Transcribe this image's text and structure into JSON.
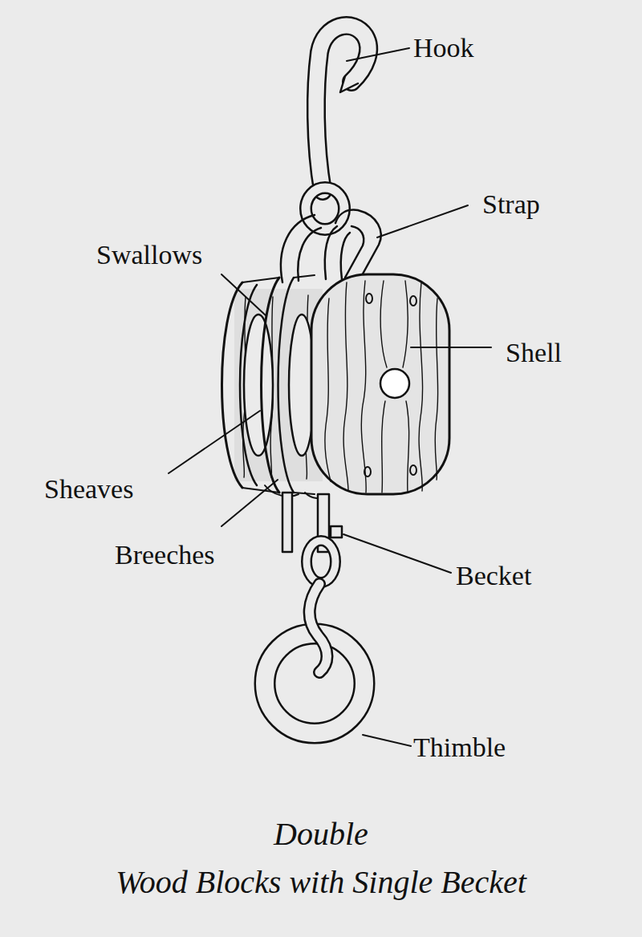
{
  "diagram": {
    "caption": "Double Wood Blocks with Single Becket",
    "labels": [
      "Hook",
      "Strap",
      "Swallows",
      "Shell",
      "Sheaves",
      "Breeches",
      "Becket",
      "Thimble"
    ]
  }
}
